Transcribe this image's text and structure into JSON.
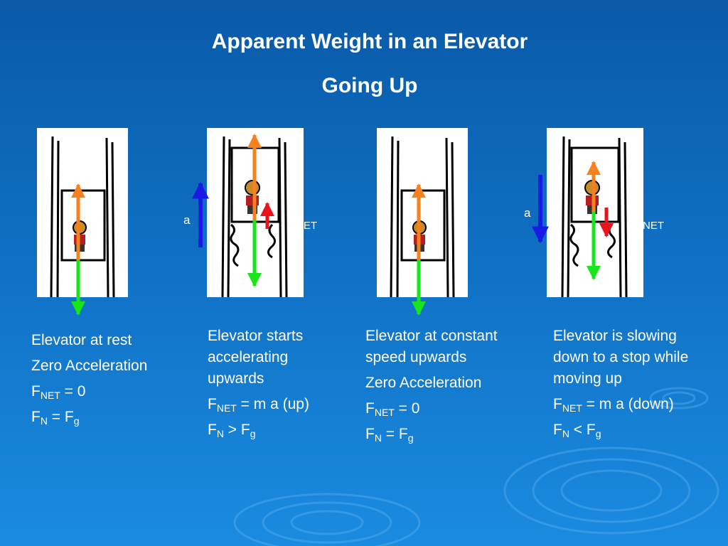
{
  "title": "Apparent Weight in an Elevator",
  "subtitle": "Going Up",
  "labels": {
    "accel": "a",
    "net_suffix": "NET"
  },
  "colors": {
    "background_top": "#0a5aa8",
    "background_bottom": "#1a8be0",
    "normal_force_arrow": "#f5821f",
    "gravity_arrow": "#19e619",
    "net_force_arrow": "#e8141c",
    "acceleration_arrow": "#1a1ae6"
  },
  "columns": [
    {
      "caption": "Elevator at rest",
      "lines": [
        {
          "text": "Zero Acceleration"
        },
        {
          "f": "F",
          "s": "NET",
          "r": " = 0"
        },
        {
          "f": "F",
          "s": "N",
          "r": " = F",
          "s2": "g"
        }
      ]
    },
    {
      "caption": "Elevator starts accelerating upwards",
      "lines": [
        {
          "f": "F",
          "s": "NET",
          "r": " = m a (up)"
        },
        {
          "f": "F",
          "s": "N",
          "r": " > F",
          "s2": "g"
        }
      ]
    },
    {
      "caption": "Elevator at constant speed upwards",
      "lines": [
        {
          "text": "Zero Acceleration"
        },
        {
          "f": "F",
          "s": "NET",
          "r": " = 0"
        },
        {
          "f": "F",
          "s": "N",
          "r": " = F",
          "s2": "g"
        }
      ]
    },
    {
      "caption": "Elevator is slowing down to a stop while moving up",
      "lines": [
        {
          "f": "F",
          "s": "NET",
          "r": " = m a (down)"
        },
        {
          "f": "F",
          "s": "N",
          "r": " < F",
          "s2": "g"
        }
      ]
    }
  ]
}
